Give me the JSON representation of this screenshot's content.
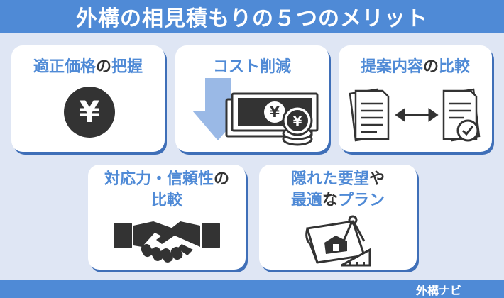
{
  "header": {
    "title": "外構の相見積もりの５つのメリット"
  },
  "cards": [
    {
      "id": "price",
      "title_accent": "適正価格",
      "title_plain": "の",
      "title_accent2": "把握",
      "icon": "yen-coin-icon"
    },
    {
      "id": "cost",
      "title_accent": "コスト削減",
      "icon": "money-down-arrow-icon",
      "bill_symbol": "¥",
      "coin_symbol": "¥"
    },
    {
      "id": "proposal",
      "title_accent": "提案内容",
      "title_plain": "の",
      "title_accent2": "比較",
      "icon": "documents-compare-icon"
    },
    {
      "id": "trust",
      "title_line1_accent": "対応力・信頼性",
      "title_line1_plain": "の",
      "title_line2_accent": "比較",
      "icon": "handshake-icon"
    },
    {
      "id": "plan",
      "title_line1_accent": "隠れた要望",
      "title_line1_plain": "や",
      "title_line2_accent": "最適",
      "title_line2_plain": "な",
      "title_line2_accent2": "プラン",
      "icon": "blueprint-compass-icon"
    }
  ],
  "yen_symbol": "¥",
  "footer": {
    "brand": "外構ナビ"
  },
  "colors": {
    "accent": "#4f8ad6",
    "background": "#dfe6f4",
    "dark": "#333333"
  }
}
